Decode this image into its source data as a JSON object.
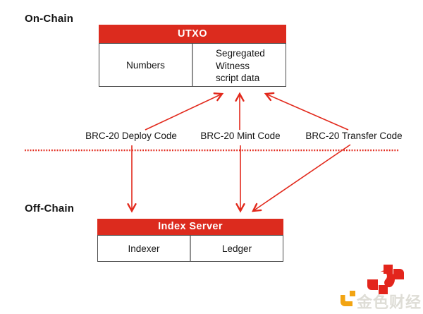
{
  "diagram": {
    "on_chain_label": "On-Chain",
    "off_chain_label": "Off-Chain",
    "utxo_box": {
      "title": "UTXO",
      "left_cell": "Numbers",
      "right_cell": "Segregated\nWitness\nscript data"
    },
    "code_labels": [
      {
        "label": "BRC-20 Deploy Code"
      },
      {
        "label": "BRC-20 Mint Code"
      },
      {
        "label": "BRC-20 Transfer Code"
      }
    ],
    "index_server_box": {
      "title": "Index Server",
      "left_cell": "Indexer",
      "right_cell": "Ledger"
    },
    "connections": [
      {
        "from": "BRC-20 Deploy Code",
        "to": "UTXO",
        "direction": "up"
      },
      {
        "from": "BRC-20 Mint Code",
        "to": "UTXO",
        "direction": "up"
      },
      {
        "from": "BRC-20 Transfer Code",
        "to": "UTXO",
        "direction": "up"
      },
      {
        "from": "BRC-20 Deploy Code",
        "to": "Index Server",
        "direction": "down"
      },
      {
        "from": "BRC-20 Mint Code",
        "to": "Index Server",
        "direction": "down"
      },
      {
        "from": "BRC-20 Transfer Code",
        "to": "Index Server",
        "direction": "down"
      }
    ],
    "boundary_line_style": "dotted"
  },
  "watermark": {
    "text": "金色财经",
    "mark_icon": "jinse-mark-icon",
    "bracket_icon": "jinse-bracket-icon"
  },
  "colors": {
    "header_red": "#DC2B1E",
    "arrow_red": "#E2291C",
    "logo_orange": "#F2A412",
    "watermark_gray": "#DEDDD6",
    "border_dark": "#4A4A4A",
    "divider_gray": "#909090"
  }
}
